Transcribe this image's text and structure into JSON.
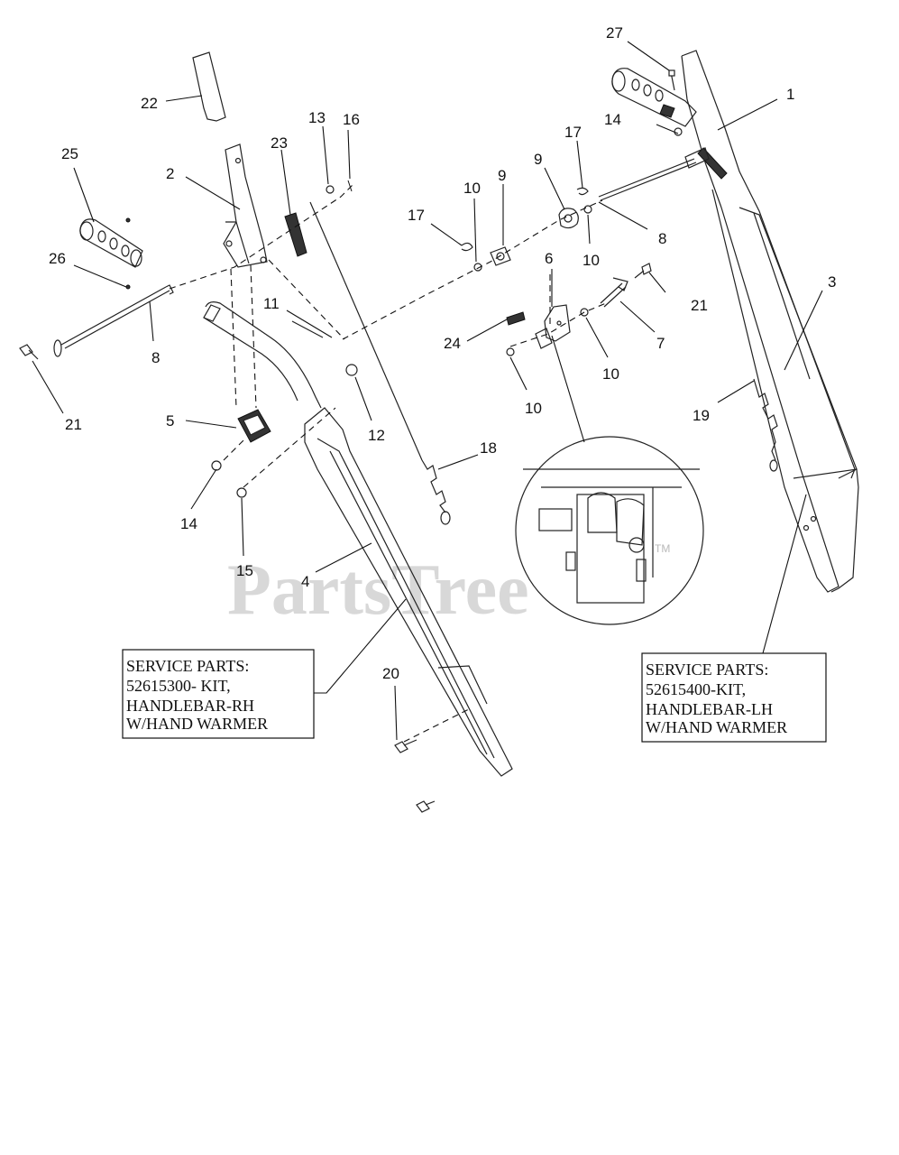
{
  "callouts": {
    "c1": "1",
    "c2": "2",
    "c3": "3",
    "c4": "4",
    "c5": "5",
    "c6": "6",
    "c7": "7",
    "c8a": "8",
    "c8b": "8",
    "c9a": "9",
    "c9b": "9",
    "c10a": "10",
    "c10b": "10",
    "c10c": "10",
    "c10d": "10",
    "c11": "11",
    "c12": "12",
    "c13": "13",
    "c14a": "14",
    "c14b": "14",
    "c15": "15",
    "c16": "16",
    "c17a": "17",
    "c17b": "17",
    "c18": "18",
    "c19": "19",
    "c20": "20",
    "c21a": "21",
    "c21b": "21",
    "c22": "22",
    "c23": "23",
    "c24": "24",
    "c25": "25",
    "c26": "26",
    "c27": "27"
  },
  "service_boxes": {
    "rh": {
      "line1": "SERVICE PARTS:",
      "line2": "52615300- KIT,",
      "line3": "HANDLEBAR-RH",
      "line4": "W/HAND WARMER"
    },
    "lh": {
      "line1": "SERVICE PARTS:",
      "line2": "52615400-KIT,",
      "line3": "HANDLEBAR-LH",
      "line4": "W/HAND WARMER"
    }
  },
  "watermark": "PartsTree",
  "trademark": "TM"
}
